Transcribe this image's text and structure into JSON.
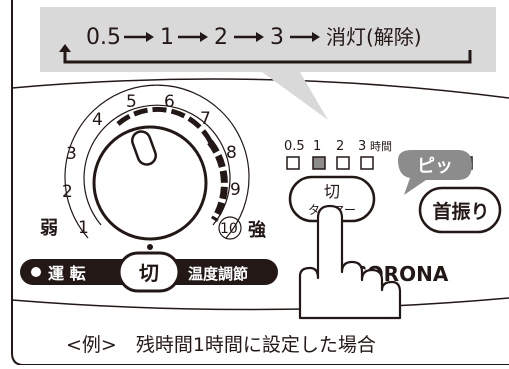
{
  "sequence": {
    "steps": [
      "0.5",
      "1",
      "2",
      "3",
      "消灯(解除)"
    ]
  },
  "dial": {
    "numbers": [
      "1",
      "2",
      "3",
      "4",
      "5",
      "6",
      "7",
      "8",
      "9",
      "10"
    ],
    "weak_label": "弱",
    "strong_label": "強"
  },
  "indicator": {
    "labels": [
      "0.5",
      "1",
      "2",
      "3",
      "時間"
    ],
    "lit_index": 1
  },
  "timer_button": {
    "line1": "切",
    "line2": "タイマー"
  },
  "beep_bubble": "ピッ",
  "swing_button": "首振り",
  "status_strip": {
    "operation": "運 転",
    "off": "切",
    "temp_control": "温度調節"
  },
  "brand": "CORONA",
  "caption": "<例>　残時間1時間に設定した場合",
  "colors": {
    "dark": "#231815",
    "gray_panel": "#d9d9d9",
    "lit_lamp": "#8c8c8c"
  }
}
